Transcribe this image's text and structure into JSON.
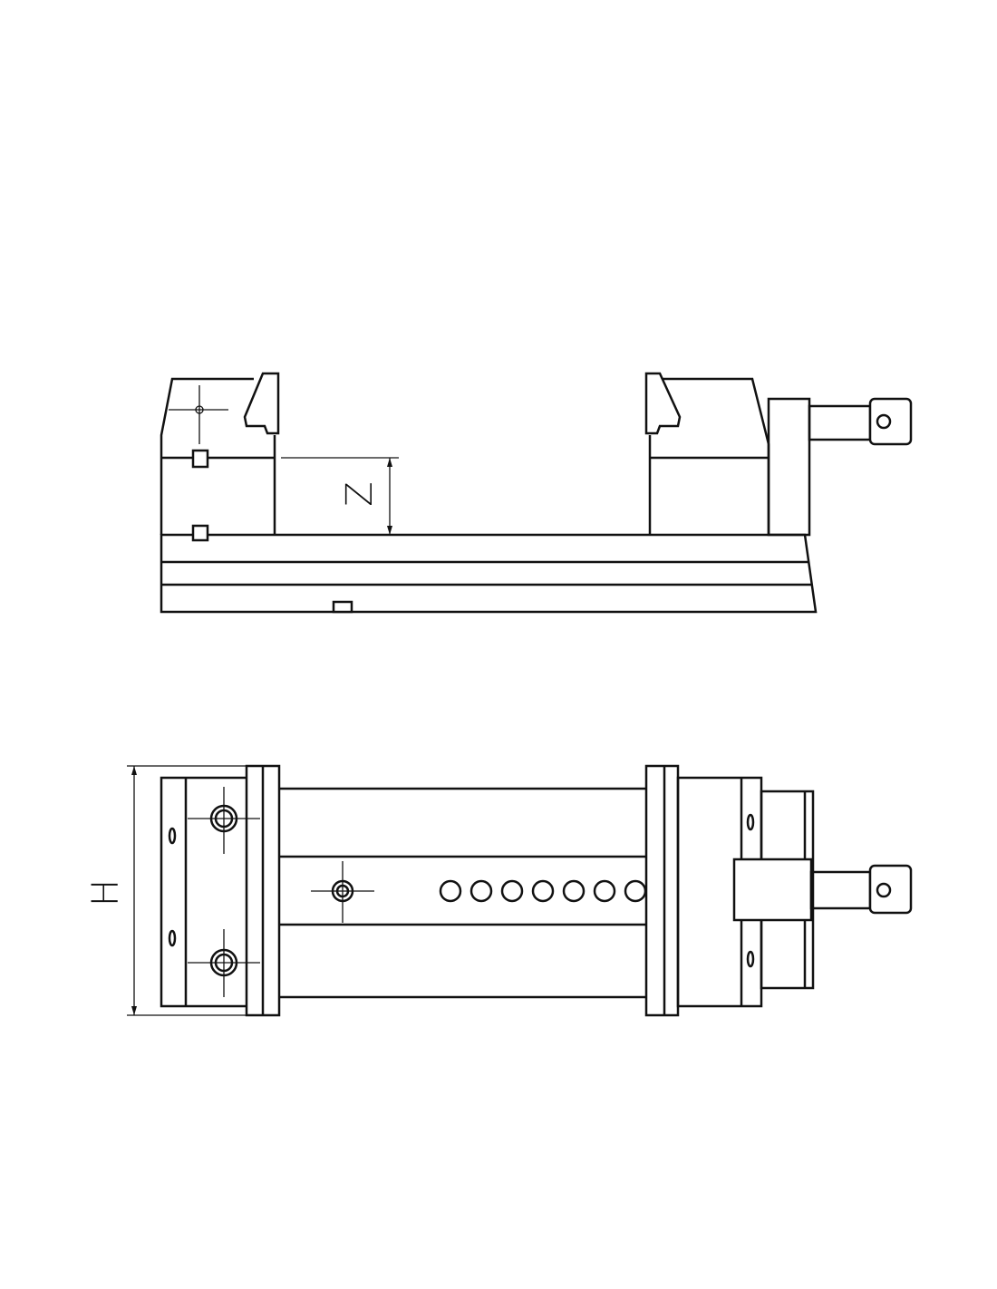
{
  "side_view": {
    "dimension_label": "Z"
  },
  "top_view": {
    "dimension_label": "H",
    "hole_count": 7
  },
  "colors": {
    "line": "#111111",
    "background": "#ffffff"
  }
}
